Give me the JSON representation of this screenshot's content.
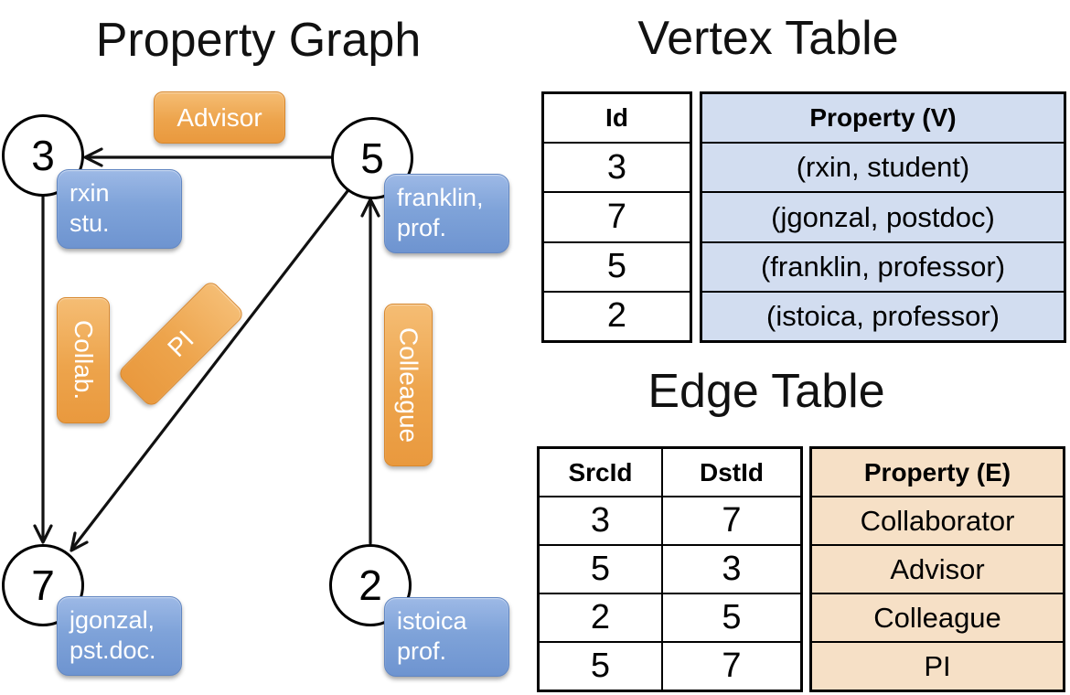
{
  "colors": {
    "vertex_box_top": "#9db9e6",
    "vertex_box_bottom": "#6e94d0",
    "edge_box_top": "#f5bd74",
    "edge_box_bottom": "#e9993e",
    "vertex_table_fill": "#d2ddf0",
    "edge_table_fill": "#f6e0c6",
    "line": "#111111"
  },
  "graph": {
    "title": "Property Graph",
    "vertices": [
      {
        "id": "3",
        "line1": "rxin",
        "line2": "stu."
      },
      {
        "id": "5",
        "line1": "franklin,",
        "line2": "prof."
      },
      {
        "id": "7",
        "line1": "jgonzal,",
        "line2": "pst.doc."
      },
      {
        "id": "2",
        "line1": "istoica",
        "line2": "prof."
      }
    ],
    "edges": [
      {
        "label": "Advisor"
      },
      {
        "label": "Collab."
      },
      {
        "label": "PI"
      },
      {
        "label": "Colleague"
      }
    ]
  },
  "vertex_table": {
    "title": "Vertex Table",
    "col_id": "Id",
    "col_property": "Property (V)",
    "rows": [
      {
        "id": "3",
        "property": "(rxin, student)"
      },
      {
        "id": "7",
        "property": "(jgonzal, postdoc)"
      },
      {
        "id": "5",
        "property": "(franklin, professor)"
      },
      {
        "id": "2",
        "property": "(istoica, professor)"
      }
    ]
  },
  "edge_table": {
    "title": "Edge Table",
    "col_src": "SrcId",
    "col_dst": "DstId",
    "col_property": "Property (E)",
    "rows": [
      {
        "src": "3",
        "dst": "7",
        "property": "Collaborator"
      },
      {
        "src": "5",
        "dst": "3",
        "property": "Advisor"
      },
      {
        "src": "2",
        "dst": "5",
        "property": "Colleague"
      },
      {
        "src": "5",
        "dst": "7",
        "property": "PI"
      }
    ]
  }
}
